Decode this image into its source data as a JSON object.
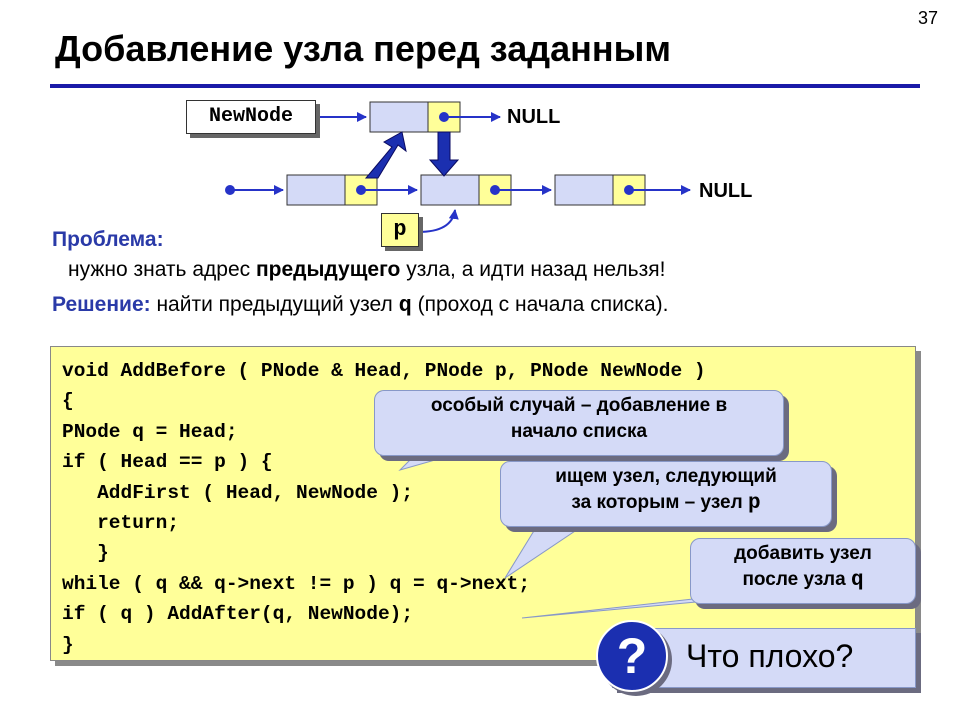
{
  "slide_number": "37",
  "title": "Добавление узла перед заданным",
  "diagram": {
    "newnode_label": "NewNode",
    "p_label": "p",
    "null_top": "NULL",
    "null_bottom": "NULL",
    "colors": {
      "data_cell": "#d4daf7",
      "next_cell": "#ffff99",
      "arrow": "#2633c8"
    }
  },
  "problem": {
    "heading": "Проблема:",
    "text_before": "нужно знать адрес ",
    "text_bold": "предыдущего",
    "text_after": " узла, а идти назад нельзя!"
  },
  "solution": {
    "heading": "Решение:",
    "text_before": " найти предыдущий узел ",
    "var": "q",
    "text_after": " (проход с начала списка)."
  },
  "code": {
    "lines": [
      "void AddBefore ( PNode & Head, PNode p, PNode NewNode )",
      "{",
      "PNode q = Head;",
      "if ( Head == p ) {",
      "   AddFirst ( Head, NewNode );",
      "   return;",
      "   }",
      "while ( q && q->next != p ) q = q->next;",
      "if ( q ) AddAfter(q, NewNode);",
      "}"
    ]
  },
  "callouts": {
    "special_case": {
      "line1": "особый случай – добавление в",
      "line2": "начало списка"
    },
    "find_node": {
      "line1": "ищем узел, следующий",
      "line2_text": "за которым – узел ",
      "line2_var": "p"
    },
    "add_after": {
      "line1": "добавить узел",
      "line2_text": "после узла ",
      "line2_var": "q"
    }
  },
  "question": {
    "icon": "?",
    "text": "Что плохо?"
  }
}
